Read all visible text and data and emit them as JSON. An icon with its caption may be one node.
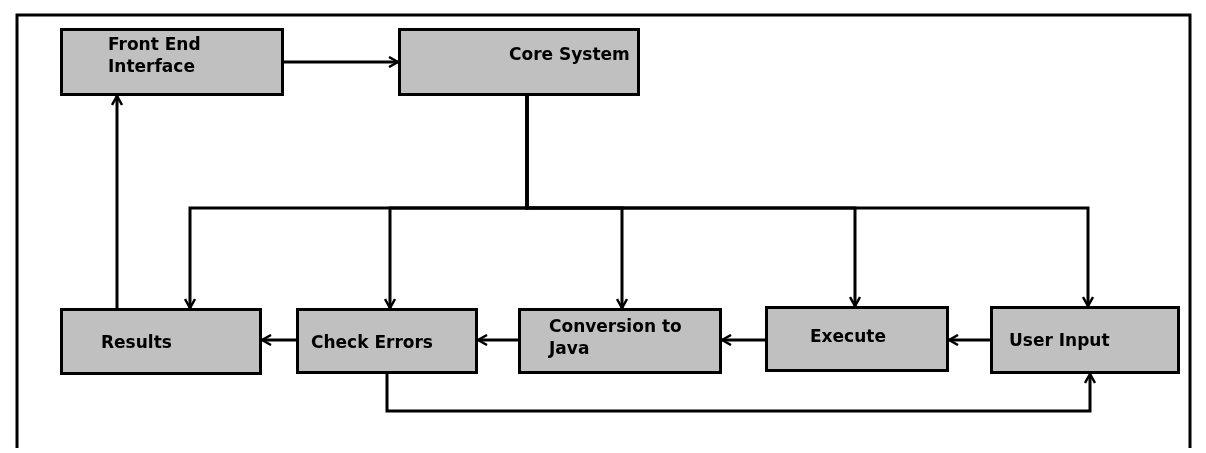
{
  "diagram": {
    "nodes": [
      {
        "text": [
          "Front End Interface"
        ]
      },
      {
        "text": [
          "Core System"
        ]
      },
      {
        "text": [
          "Results"
        ]
      },
      {
        "text": [
          "Check Errors"
        ]
      },
      {
        "text": [
          "Conversion to Java"
        ]
      },
      {
        "text": [
          "Execute"
        ]
      },
      {
        "text": [
          "User Input"
        ]
      }
    ],
    "edges": [
      {
        "from": 0,
        "to": 1,
        "arrow": "to"
      },
      {
        "from": 1,
        "to": 2,
        "arrow": "to"
      },
      {
        "from": 1,
        "to": 3,
        "arrow": "to"
      },
      {
        "from": 1,
        "to": 4,
        "arrow": "to"
      },
      {
        "from": 1,
        "to": 5,
        "arrow": "to"
      },
      {
        "from": 1,
        "to": 6,
        "arrow": "to"
      },
      {
        "from": 2,
        "to": 0,
        "arrow": "to"
      },
      {
        "from": 6,
        "to": 5,
        "arrow": "to"
      },
      {
        "from": 5,
        "to": 4,
        "arrow": "to"
      },
      {
        "from": 4,
        "to": 3,
        "arrow": "to"
      },
      {
        "from": 3,
        "to": 2,
        "arrow": "to"
      },
      {
        "from": 3,
        "to": 6,
        "arrow": "to"
      }
    ]
  }
}
